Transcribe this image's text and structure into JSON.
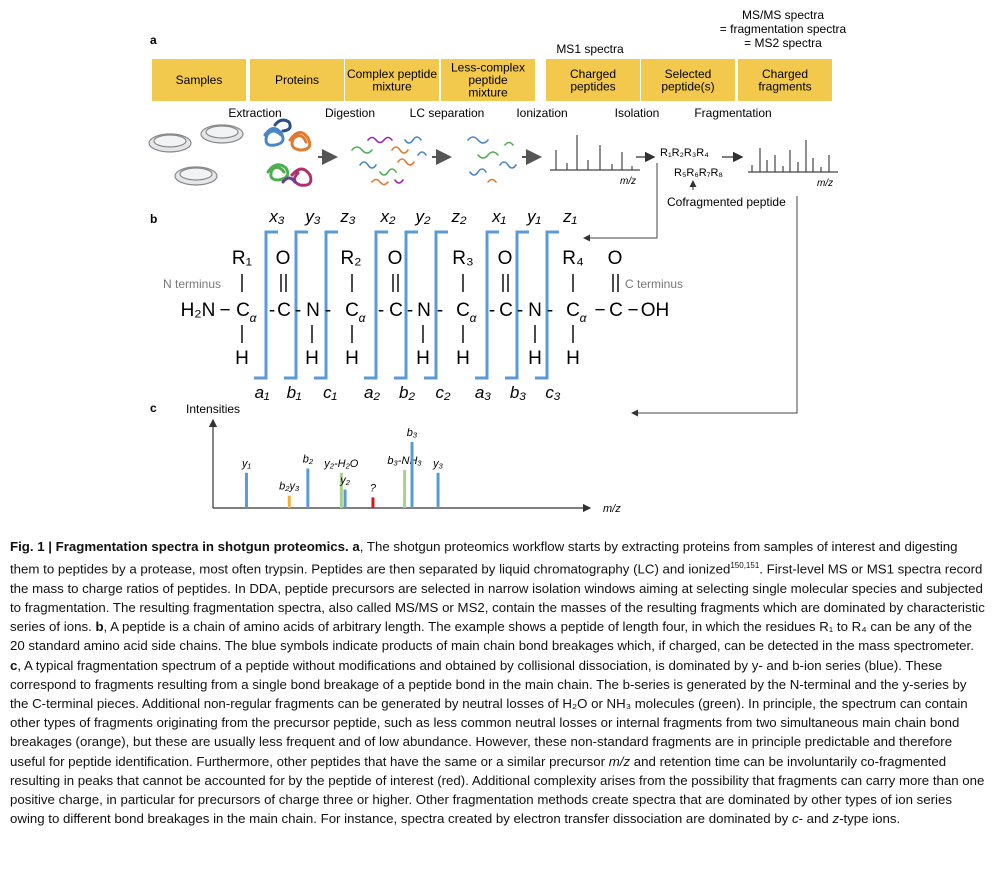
{
  "panel_labels": {
    "a": "a",
    "b": "b",
    "c": "c"
  },
  "workflow": {
    "msms_header": [
      "MS/MS spectra",
      "= fragmentation spectra",
      "= MS2 spectra"
    ],
    "ms1_header": "MS1 spectra",
    "boxes": [
      {
        "lines": [
          "Samples"
        ]
      },
      {
        "lines": [
          "Proteins"
        ]
      },
      {
        "lines": [
          "Complex peptide",
          "mixture"
        ]
      },
      {
        "lines": [
          "Less-complex",
          "peptide",
          "mixture"
        ]
      },
      {
        "lines": [
          "Charged",
          "peptides"
        ]
      },
      {
        "lines": [
          "Selected",
          "peptide(s)"
        ]
      },
      {
        "lines": [
          "Charged",
          "fragments"
        ]
      }
    ],
    "steps": [
      "Extraction",
      "Digestion",
      "LC separation",
      "Ionization",
      "Isolation",
      "Fragmentation"
    ],
    "mz": "m/z",
    "peptide_seq_1": "R₁R₂R₃R₄",
    "peptide_seq_2": "R₅R₆R₇R₈",
    "cofragmented": "Cofragmented peptide",
    "box_color": "#f2c94c"
  },
  "structure": {
    "top_ions": [
      "x₃",
      "y₃",
      "z₃",
      "x₂",
      "y₂",
      "z₂",
      "x₁",
      "y₁",
      "z₁"
    ],
    "bottom_ions": [
      "a₁",
      "b₁",
      "c₁",
      "a₂",
      "b₂",
      "c₂",
      "a₃",
      "b₃",
      "c₃"
    ],
    "n_terminus": "N terminus",
    "c_terminus": "C terminus",
    "h2n": "H₂N",
    "oh": "OH",
    "side_chains": [
      "R₁",
      "R₂",
      "R₃",
      "R₄"
    ],
    "bracket_color": "#5b9bd5"
  },
  "spectrum": {
    "y_label": "Intensities",
    "x_label": "m/z",
    "peaks": [
      {
        "label": "y₁",
        "pos": 0.09,
        "height": 0.4,
        "color": "#5b9bd5"
      },
      {
        "label": "b₂y₃",
        "pos": 0.205,
        "height": 0.14,
        "color": "#f2b134"
      },
      {
        "label": "b₂",
        "pos": 0.255,
        "height": 0.45,
        "color": "#5b9bd5"
      },
      {
        "label": "y₂-H₂O",
        "pos": 0.345,
        "height": 0.4,
        "color": "#a9d18e"
      },
      {
        "label": "y₂",
        "pos": 0.355,
        "height": 0.21,
        "color": "#5b9bd5"
      },
      {
        "label": "?",
        "pos": 0.43,
        "height": 0.12,
        "color": "#d9141e"
      },
      {
        "label": "b₃-NH₃",
        "pos": 0.515,
        "height": 0.43,
        "color": "#a9d18e"
      },
      {
        "label": "b₃",
        "pos": 0.535,
        "height": 0.75,
        "color": "#5b9bd5"
      },
      {
        "label": "y₃",
        "pos": 0.605,
        "height": 0.4,
        "color": "#5b9bd5"
      }
    ]
  },
  "caption": {
    "fig": "Fig. 1 | Fragmentation spectra in shotgun proteomics.",
    "a_letter": "a",
    "a_text": ", The shotgun proteomics workflow starts by extracting proteins from samples of interest and digesting them to peptides by a protease, most often trypsin. Peptides are then separated by liquid chromatography (LC) and ionized",
    "refs": "150,151",
    "a_text2": ". First-level MS or MS1 spectra record the mass to charge ratios of peptides. In DDA, peptide precursors are selected in narrow isolation windows aiming at selecting single molecular species and subjected to fragmentation. The resulting fragmentation spectra, also called MS/MS or MS2, contain the masses of the resulting fragments which are dominated by characteristic series of ions.",
    "b_letter": "b",
    "b_text": ", A peptide is a chain of amino acids of arbitrary length. The example shows a peptide of length four, in which the residues R₁ to R₄ can be any of the 20 standard amino acid side chains. The blue symbols indicate products of main chain bond breakages which, if charged, can be detected in the mass spectrometer.",
    "c_letter": "c",
    "c_text": ", A typical fragmentation spectrum of a peptide without modifications and obtained by collisional dissociation, is dominated by y- and b-ion series (blue). These correspond to fragments resulting from a single bond breakage of a peptide bond in the main chain. The b-series is generated by the N-terminal and the y-series by the C-terminal pieces. Additional non-regular fragments can be generated by neutral losses of H₂O or NH₃ molecules (green). In principle, the spectrum can contain other types of fragments originating from the precursor peptide, such as less common neutral losses or internal fragments from two simultaneous main chain bond breakages (orange), but these are usually less frequent and of low abundance. However, these non-standard fragments are in principle predictable and therefore useful for peptide identification. Furthermore, other peptides that have the same or a similar precursor ",
    "mz1": "m/z",
    "c_text2": " and retention time can be involuntarily co-fragmented resulting in peaks that cannot be accounted for by the peptide of interest (red). Additional complexity arises from the possibility that fragments can carry more than one positive charge, in particular for precursors of charge three or higher. Other fragmentation methods create spectra that are dominated by other types of ion series owing to different bond breakages in the main chain. For instance, spectra created by electron transfer dissociation are dominated by ",
    "c_ion": "c",
    "and_word": "- and ",
    "z_ion": "z",
    "c_text3": "-type ions."
  }
}
